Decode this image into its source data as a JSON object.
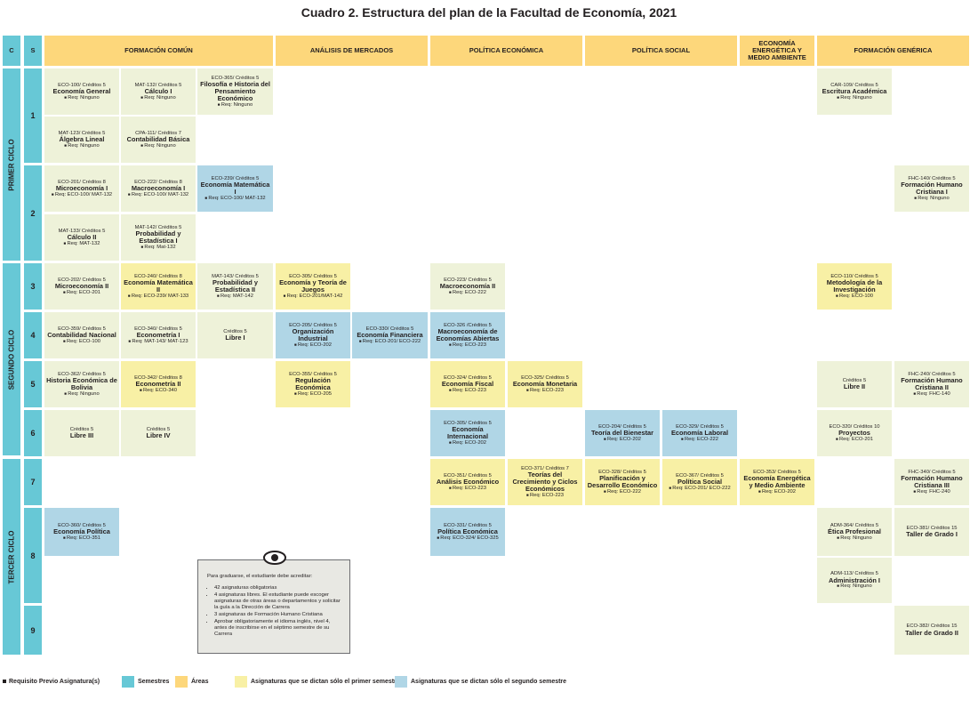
{
  "title": "Cuadro 2. Estructura del plan de la Facultad de Economía, 2021",
  "headers": {
    "c": "C",
    "s": "S",
    "formacion_comun": "FORMACIÓN COMÚN",
    "analisis": "ANÁLISIS DE MERCADOS",
    "politica_economica": "POLÍTICA ECONÓMICA",
    "politica_social": "POLÍTICA SOCIAL",
    "energetica": "ECONOMÍA ENERGÉTICA Y MEDIO AMBIENTE",
    "generica": "FORMACIÓN GENÉRICA"
  },
  "cycles": {
    "c1": "PRIMER CICLO",
    "c2": "SEGUNDO CICLO",
    "c3": "TERCER CICLO"
  },
  "semesters": {
    "s1": "1",
    "s2": "2",
    "s3": "3",
    "s4": "4",
    "s5": "5",
    "s6": "6",
    "s7": "7",
    "s8": "8",
    "s9": "9"
  },
  "courses": {
    "eco100": {
      "code": "ECO-100/ Créditos 5",
      "name": "Economía General",
      "req": "Req: Ninguno"
    },
    "mat132": {
      "code": "MAT-132/ Créditos 5",
      "name": "Cálculo I",
      "req": "Req: Ninguno"
    },
    "eco365": {
      "code": "ECO-365/ Créditos 5",
      "name": "Filosofía e Historia del Pensamiento Económico",
      "req": "Req: Ninguno"
    },
    "car109": {
      "code": "CAR-109/ Créditos 5",
      "name": "Escritura Académica",
      "req": "Req: Ninguno"
    },
    "mat123": {
      "code": "MAT-123/ Créditos 5",
      "name": "Álgebra Lineal",
      "req": "Req: Ninguno"
    },
    "cpa111": {
      "code": "CPA-111/ Créditos 7",
      "name": "Contabilidad Básica",
      "req": "Req: Ninguno"
    },
    "eco201": {
      "code": "ECO-201/ Créditos 8",
      "name": "Microeconomía I",
      "req": "Req: ECO-100/ MAT-132"
    },
    "eco222": {
      "code": "ECO-222/ Créditos 8",
      "name": "Macroeconomía I",
      "req": "Req: ECO-100/ MAT-132"
    },
    "eco239": {
      "code": "ECO-239/ Créditos 5",
      "name": "Economía Matemática I",
      "req": "Req: ECO-100/ MAT-132"
    },
    "fhc140": {
      "code": "FHC-140/ Créditos 5",
      "name": "Formación Humano Cristiana I",
      "req": "Req: Ninguno"
    },
    "mat133": {
      "code": "MAT-133/ Créditos 5",
      "name": "Cálculo II",
      "req": "Req: MAT-132"
    },
    "mat142": {
      "code": "MAT-142/ Créditos 5",
      "name": "Probabilidad y Estadística I",
      "req": "Req: Mat-132"
    },
    "eco202": {
      "code": "ECO-202/ Créditos 5",
      "name": "Microeconomía II",
      "req": "Req: ECO-201"
    },
    "eco240": {
      "code": "ECO-240/ Créditos 8",
      "name": "Economía Matemática II",
      "req": "Req: ECO-239/ MAT-133"
    },
    "mat143": {
      "code": "MAT-143/ Créditos 5",
      "name": "Probabilidad y Estadística II",
      "req": "Req: MAT-142"
    },
    "eco305": {
      "code": "ECO-305/ Créditos 5",
      "name": "Economía y Teoría de Juegos",
      "req": "Req: ECO-201/MAT-142"
    },
    "eco223": {
      "code": "ECO-223/ Créditos 5",
      "name": "Macroeconomía II",
      "req": "Req: ECO-222"
    },
    "eco110": {
      "code": "ECO-110/ Créditos 5",
      "name": "Metodología de la Investigación",
      "req": "Req: ECO-100"
    },
    "eco359": {
      "code": "ECO-359/ Créditos 5",
      "name": "Contabilidad Nacional",
      "req": "Req: ECO-100"
    },
    "eco340": {
      "code": "ECO-340/ Créditos 5",
      "name": "Econometría I",
      "req": "Req: MAT-143/ MAT-123"
    },
    "libre1": {
      "code": "Créditos 5",
      "name": "Libre I"
    },
    "eco205": {
      "code": "ECO-205/ Créditos 5",
      "name": "Organización Industrial",
      "req": "Req: ECO-202"
    },
    "eco330": {
      "code": "ECO-330/ Créditos 5",
      "name": "Economía Financiera",
      "req": "Req: ECO-201/ ECO-222"
    },
    "eco326": {
      "code": "ECO-326 /Créditos 5",
      "name": "Macroeconomía de Economías Abiertas",
      "req": "Req: ECO-223"
    },
    "eco362": {
      "code": "ECO-362/ Créditos 5",
      "name": "Historia Económica de Bolivia",
      "req": "Req: Ninguno"
    },
    "eco342": {
      "code": "ECO-342/ Créditos 8",
      "name": "Econometría II",
      "req": "Req: ECO-340"
    },
    "eco355": {
      "code": "ECO-355/ Créditos 5",
      "name": "Regulación Económica",
      "req": "Req: ECO-205"
    },
    "eco324": {
      "code": "ECO-324/ Créditos 5",
      "name": "Economía Fiscal",
      "req": "Req: ECO-223"
    },
    "eco325": {
      "code": "ECO-325/ Créditos 5",
      "name": "Economía Monetaria",
      "req": "Req: ECO-223"
    },
    "libre2": {
      "code": "Créditos 5",
      "name": "Libre II"
    },
    "fhc240": {
      "code": "FHC-240/ Créditos 5",
      "name": "Formación Humano Cristiana II",
      "req": "Req: FHC-140"
    },
    "libre3": {
      "code": "Créditos 5",
      "name": "Libre III"
    },
    "libre4": {
      "code": "Créditos 5",
      "name": "Libre IV"
    },
    "eco305b": {
      "code": "ECO-305/ Créditos 5",
      "name": "Economía Internacional",
      "req": "Req: ECO-202"
    },
    "eco204": {
      "code": "ECO-204/ Créditos 5",
      "name": "Teoría del Bienestar",
      "req": "Req: ECO-202"
    },
    "eco329": {
      "code": "ECO-329/ Créditos 5",
      "name": "Economía Laboral",
      "req": "Req: ECO-222"
    },
    "eco320": {
      "code": "ECO-320/ Créditos 10",
      "name": "Proyectos",
      "req": "Req: ECO-201"
    },
    "eco351": {
      "code": "ECO-351/ Créditos 5",
      "name": "Análisis Económico",
      "req": "Req: ECO-223"
    },
    "eco371": {
      "code": "ECO-371/ Créditos 7",
      "name": "Teorías del Crecimiento y Ciclos Económicos",
      "req": "Req: ECO-223"
    },
    "eco328": {
      "code": "ECO-328/ Créditos 5",
      "name": "Planificación y Desarrollo Económico",
      "req": "Req: ECO-222"
    },
    "eco367": {
      "code": "ECO-367/ Créditos 5",
      "name": "Política Social",
      "req": "Req: ECO-201/ ECO-222"
    },
    "eco353": {
      "code": "ECO-353/ Créditos 5",
      "name": "Economía Energética y Medio Ambiente",
      "req": "Req: ECO-202"
    },
    "fhc340": {
      "code": "FHC-340/ Créditos 5",
      "name": "Formación Humano Cristiana III",
      "req": "Req: FHC-240"
    },
    "eco360": {
      "code": "ECO-360/ Créditos 5",
      "name": "Economía Política",
      "req": "Req: ECO-351"
    },
    "eco331": {
      "code": "ECO-331/ Créditos 5",
      "name": "Política Económica",
      "req": "Req: ECO-324/ ECO-325"
    },
    "adm364": {
      "code": "ADM-364/ Créditos 5",
      "name": "Ética Profesional",
      "req": "Req: Ninguno"
    },
    "eco381": {
      "code": "ECO-381/ Créditos 15",
      "name": "Taller de Grado I"
    },
    "adm113": {
      "code": "ADM-113/ Créditos 5",
      "name": "Administración I",
      "req": "Req: Ninguno"
    },
    "eco382": {
      "code": "ECO-382/ Créditos 15",
      "name": "Taller de Grado II"
    }
  },
  "note": {
    "intro": "Para graduarse, el estudiante debe acreditar:",
    "items": [
      "42 asignaturas obligatorias",
      "4 asignaturas libres. El estudiante puede escoger asignaturas de otras áreas o departamentos y solicitar la guía a la Dirección de Carrera",
      "3 asignaturas de Formación Humano Cristiana",
      "Aprobar obligatoriamente el idioma inglés, nivel 4, antes de inscribirse en el séptimo semestre de su Carrera"
    ]
  },
  "legend": {
    "req": "Requisito Previo Asignatura(s)",
    "semestres": "Semestres",
    "areas": "Áreas",
    "primer": "Asignaturas que se dictan sólo el primer semestre",
    "segundo": "Asignaturas que se dictan sólo el segundo semestre"
  },
  "colors": {
    "teal": "#67c8d6",
    "yellow": "#fdd77b",
    "first_semester": "#f8f0a5",
    "second_semester": "#b0d6e6",
    "regular": "#eef2d9"
  }
}
